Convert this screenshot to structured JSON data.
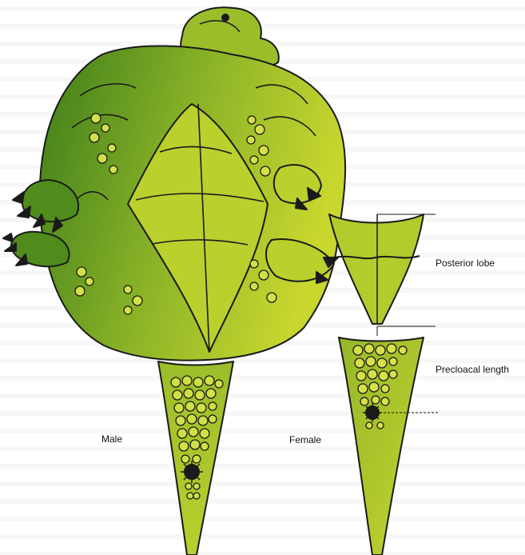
{
  "labels": {
    "male": "Male",
    "female": "Female",
    "posterior_lobe": "Posterior lobe",
    "precloacal_length": "Precloacal length"
  },
  "colors": {
    "body_fill": "#a8c22a",
    "dark_fill": "#3f7f1a",
    "outline": "#1a1a1a",
    "background_text": "#9a9a9a"
  }
}
